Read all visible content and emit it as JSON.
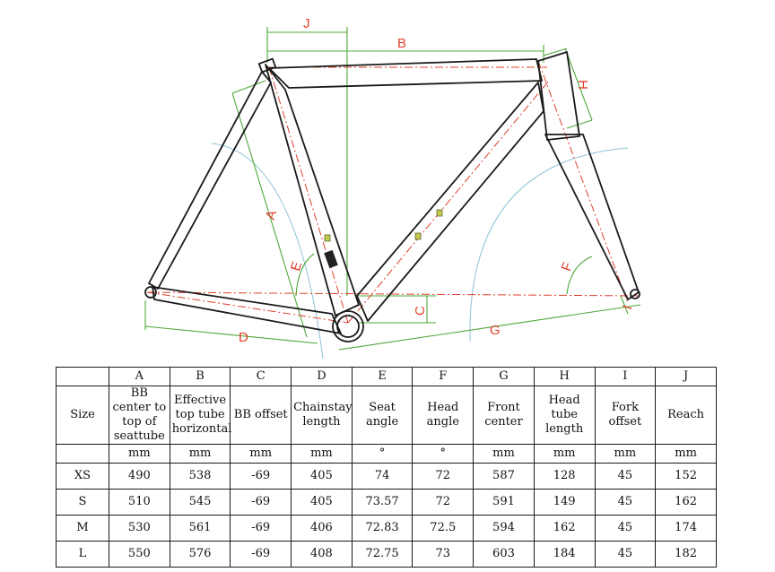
{
  "dimension_labels": {
    "A": "A",
    "B": "B",
    "C": "C",
    "D": "D",
    "E": "E",
    "F": "F",
    "G": "G",
    "H": "H",
    "I": "I",
    "J": "J"
  },
  "table": {
    "size_header": "Size",
    "columns": [
      {
        "letter": "A",
        "name": "BB center to top of seattube",
        "unit": "mm"
      },
      {
        "letter": "B",
        "name": "Effective top tube horizontal",
        "unit": "mm"
      },
      {
        "letter": "C",
        "name": "BB offset",
        "unit": "mm"
      },
      {
        "letter": "D",
        "name": "Chainstay length",
        "unit": "mm"
      },
      {
        "letter": "E",
        "name": "Seat angle",
        "unit": "°"
      },
      {
        "letter": "F",
        "name": "Head angle",
        "unit": "°"
      },
      {
        "letter": "G",
        "name": "Front center",
        "unit": "mm"
      },
      {
        "letter": "H",
        "name": "Head tube length",
        "unit": "mm"
      },
      {
        "letter": "I",
        "name": "Fork offset",
        "unit": "mm"
      },
      {
        "letter": "J",
        "name": "Reach",
        "unit": "mm"
      }
    ],
    "rows": [
      {
        "size": "XS",
        "values": [
          "490",
          "538",
          "-69",
          "405",
          "74",
          "72",
          "587",
          "128",
          "45",
          "152"
        ]
      },
      {
        "size": "S",
        "values": [
          "510",
          "545",
          "-69",
          "405",
          "73.57",
          "72",
          "591",
          "149",
          "45",
          "162"
        ]
      },
      {
        "size": "M",
        "values": [
          "530",
          "561",
          "-69",
          "406",
          "72.83",
          "72.5",
          "594",
          "162",
          "45",
          "174"
        ]
      },
      {
        "size": "L",
        "values": [
          "550",
          "576",
          "-69",
          "408",
          "72.75",
          "73",
          "603",
          "184",
          "45",
          "182"
        ]
      }
    ]
  }
}
